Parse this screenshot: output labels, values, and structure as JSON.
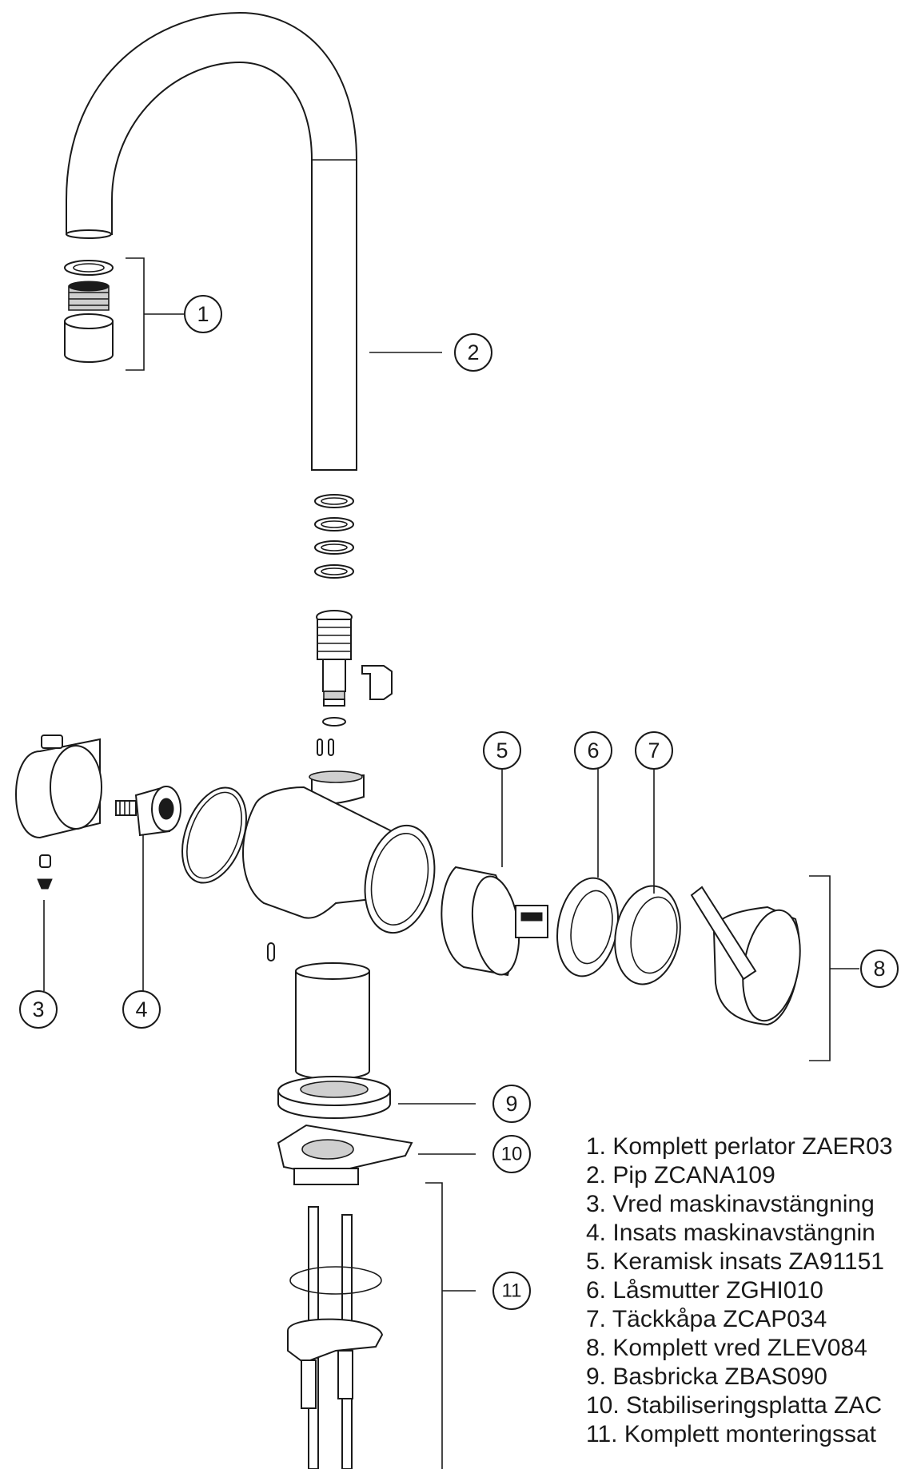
{
  "callouts": [
    {
      "id": "1",
      "label": "1"
    },
    {
      "id": "2",
      "label": "2"
    },
    {
      "id": "3",
      "label": "3"
    },
    {
      "id": "4",
      "label": "4"
    },
    {
      "id": "5",
      "label": "5"
    },
    {
      "id": "6",
      "label": "6"
    },
    {
      "id": "7",
      "label": "7"
    },
    {
      "id": "8",
      "label": "8"
    },
    {
      "id": "9",
      "label": "9"
    },
    {
      "id": "10",
      "label": "10"
    },
    {
      "id": "11",
      "label": "11"
    }
  ],
  "legend": [
    "1. Komplett perlator ZAER03",
    "2. Pip ZCANA109",
    "3. Vred maskinavstängning",
    "4. Insats maskinavstängnin",
    "5. Keramisk insats  ZA91151",
    "6. Låsmutter ZGHI010",
    "7. Täckkåpa ZCAP034",
    "8. Komplett vred ZLEV084",
    "9. Basbricka ZBAS090",
    "10. Stabiliseringsplatta ZAC",
    "11. Komplett monteringssat"
  ]
}
